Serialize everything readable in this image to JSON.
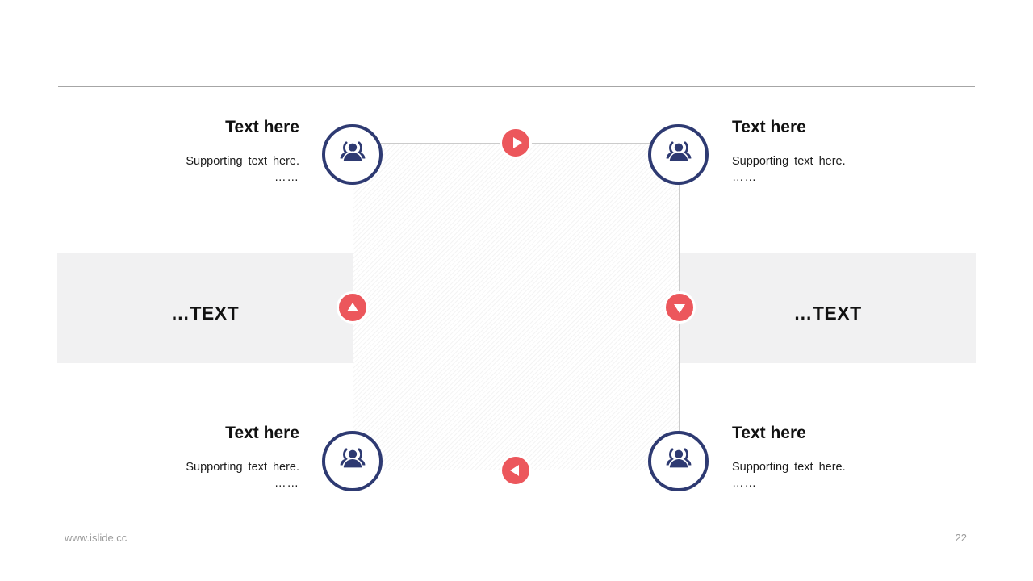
{
  "meta": {
    "footer_link": "www.islide.cc",
    "page_number": "22"
  },
  "colors": {
    "navy": "#2e3a72",
    "red": "#ec575c",
    "band_bg": "#f1f1f2",
    "line_gray": "#a6a6a6",
    "square_border": "#cbcbcb",
    "text_dark": "#111111",
    "footer_gray": "#9b9b9b"
  },
  "band": {
    "left_label": "…TEXT",
    "right_label": "…TEXT"
  },
  "corners": [
    {
      "position": "top-left",
      "title": "Text here",
      "subtitle": "Supporting text here.",
      "ellipsis": "……",
      "icon": "people-group-icon"
    },
    {
      "position": "top-right",
      "title": "Text here",
      "subtitle": "Supporting text here.",
      "ellipsis": "……",
      "icon": "people-group-icon"
    },
    {
      "position": "bottom-left",
      "title": "Text here",
      "subtitle": "Supporting text here.",
      "ellipsis": "……",
      "icon": "people-group-icon"
    },
    {
      "position": "bottom-right",
      "title": "Text here",
      "subtitle": "Supporting text here.",
      "ellipsis": "……",
      "icon": "people-group-icon"
    }
  ],
  "arrows": [
    {
      "position": "top",
      "direction": "right",
      "icon": "arrow-right-icon"
    },
    {
      "position": "left",
      "direction": "up",
      "icon": "arrow-up-icon"
    },
    {
      "position": "right",
      "direction": "down",
      "icon": "arrow-down-icon"
    },
    {
      "position": "bottom",
      "direction": "left",
      "icon": "arrow-left-icon"
    }
  ]
}
